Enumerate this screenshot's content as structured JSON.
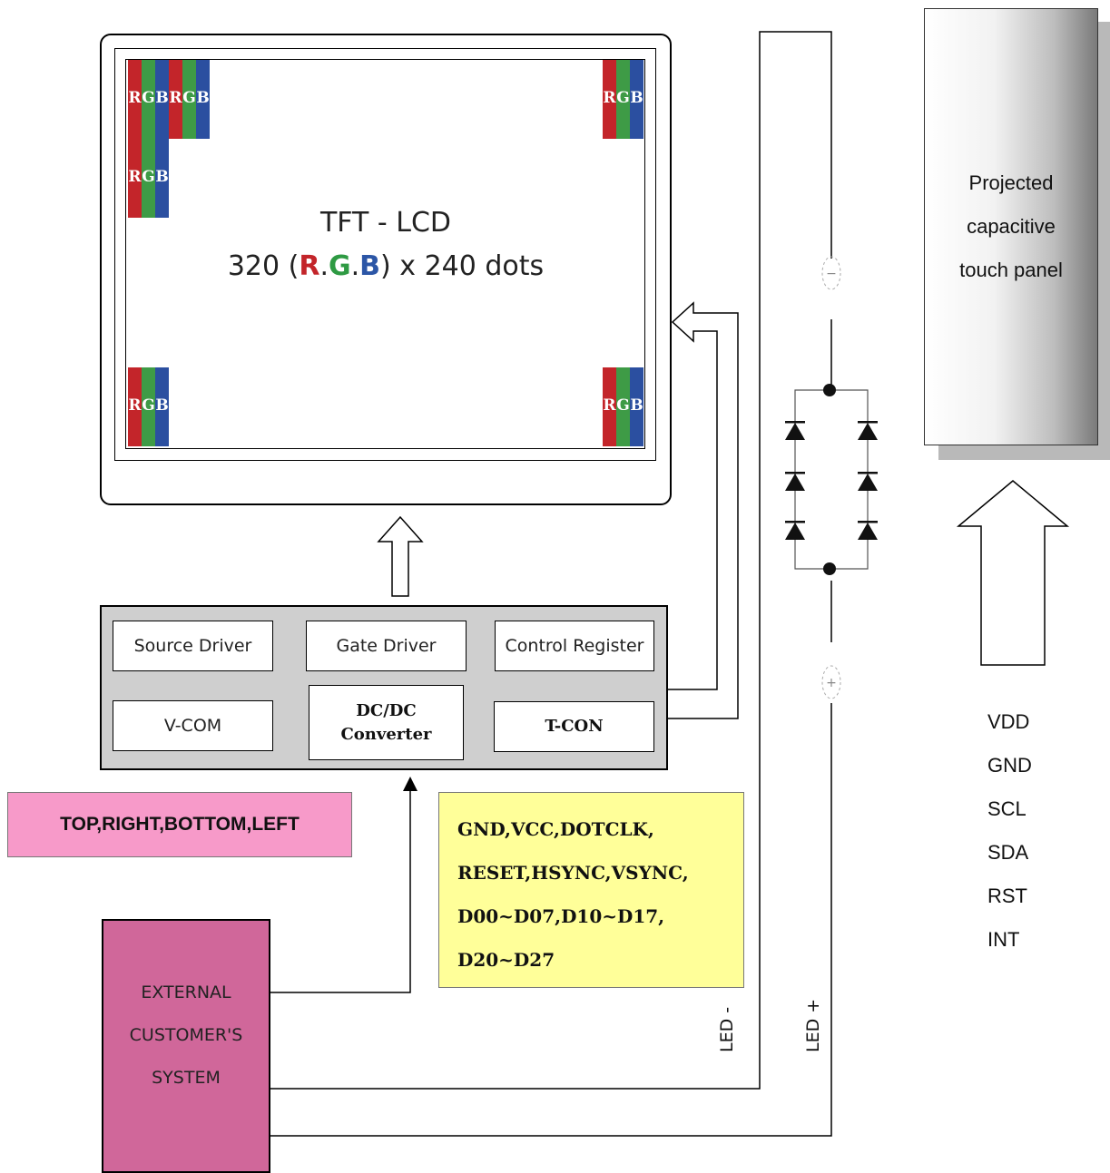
{
  "lcd": {
    "title_line1": "TFT - LCD",
    "res_prefix": "320 (",
    "r": "R",
    "dot1": ".",
    "g": "G",
    "dot2": ".",
    "b": "B",
    "res_suffix": ") x 240 dots",
    "pixel_letters": [
      "R",
      "G",
      "B"
    ]
  },
  "controller": {
    "source_driver": "Source Driver",
    "gate_driver": "Gate Driver",
    "control_register": "Control Register",
    "vcom": "V-COM",
    "dcdc_line1": "DC/DC",
    "dcdc_line2": "Converter",
    "tcon": "T-CON"
  },
  "touch_panel": {
    "line1": "Projected",
    "line2": "capacitive",
    "line3": "touch panel"
  },
  "pins": [
    "VDD",
    "GND",
    "SCL",
    "SDA",
    "RST",
    "INT"
  ],
  "pink_label": "TOP,RIGHT,BOTTOM,LEFT",
  "signals": [
    "GND,VCC,DOTCLK,",
    "RESET,HSYNC,VSYNC,",
    "D00~D07,D10~D17,",
    "D20~D27"
  ],
  "external": {
    "line1": "EXTERNAL",
    "line2": "CUSTOMER'S",
    "line3": "SYSTEM"
  },
  "led": {
    "minus_label": "LED -",
    "plus_label": "LED +",
    "minus_symbol": "−",
    "plus_symbol": "+"
  },
  "colors": {
    "red": "#c3252a",
    "green": "#3e9b46",
    "blue": "#2b4fa0",
    "pink": "#f79ac9",
    "yellow": "#ffff99",
    "magenta": "#d0679a",
    "controller_gray": "#cfcfcf"
  }
}
